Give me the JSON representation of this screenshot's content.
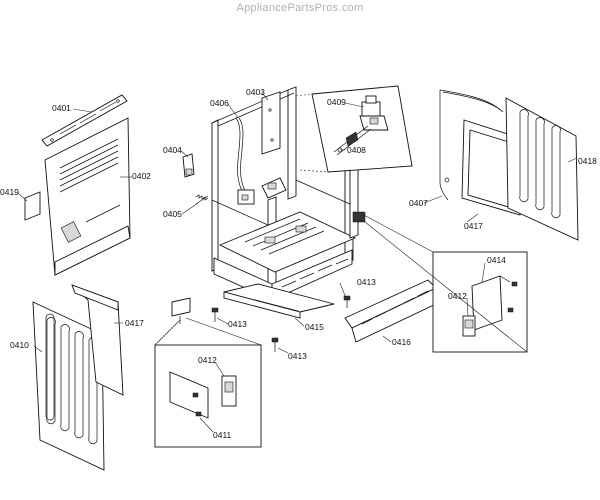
{
  "watermark": "AppliancePartsPros.com",
  "labels": {
    "p0401": "0401",
    "p0402": "0402",
    "p0403": "0403",
    "p0404": "0404",
    "p0405": "0405",
    "p0406": "0406",
    "p0407": "0407",
    "p0408": "0408",
    "p0409": "0409",
    "p0410": "0410",
    "p0411": "0411",
    "p0412a": "0412",
    "p0412b": "0412",
    "p0413a": "0413",
    "p0413b": "0413",
    "p0413c": "0413",
    "p0414": "0414",
    "p0415": "0415",
    "p0416": "0416",
    "p0417a": "0417",
    "p0417b": "0417",
    "p0418": "0418",
    "p0419": "0419"
  }
}
